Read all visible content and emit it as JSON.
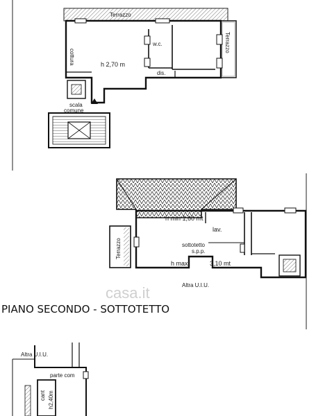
{
  "heading": "PIANO SECONDO - SOTTOTETTO",
  "watermark": "casa.it",
  "upper_plan": {
    "terrace_top": "Terrazzo",
    "terrace_right": "Terrazzo",
    "kitchen": "cottura",
    "wc": "w.c.",
    "height": "h 2,70 m",
    "hall": "dis.",
    "stair_1": "scala",
    "stair_2": "comune"
  },
  "attic_plan": {
    "hmin": "h min 1,60 mt",
    "laundry": "lav.",
    "attic_1": "sottotetto",
    "attic_2": "s.p.p.",
    "hmax_1": "h max",
    "hmax_2": "3,10 mt",
    "terrace": "Terrazzo",
    "other_unit": "Altra U.I.U."
  },
  "cellar_plan": {
    "other_unit": "Altra U.I.U.",
    "common": "parte com",
    "cellar": "cant",
    "height": "h2,40m"
  }
}
